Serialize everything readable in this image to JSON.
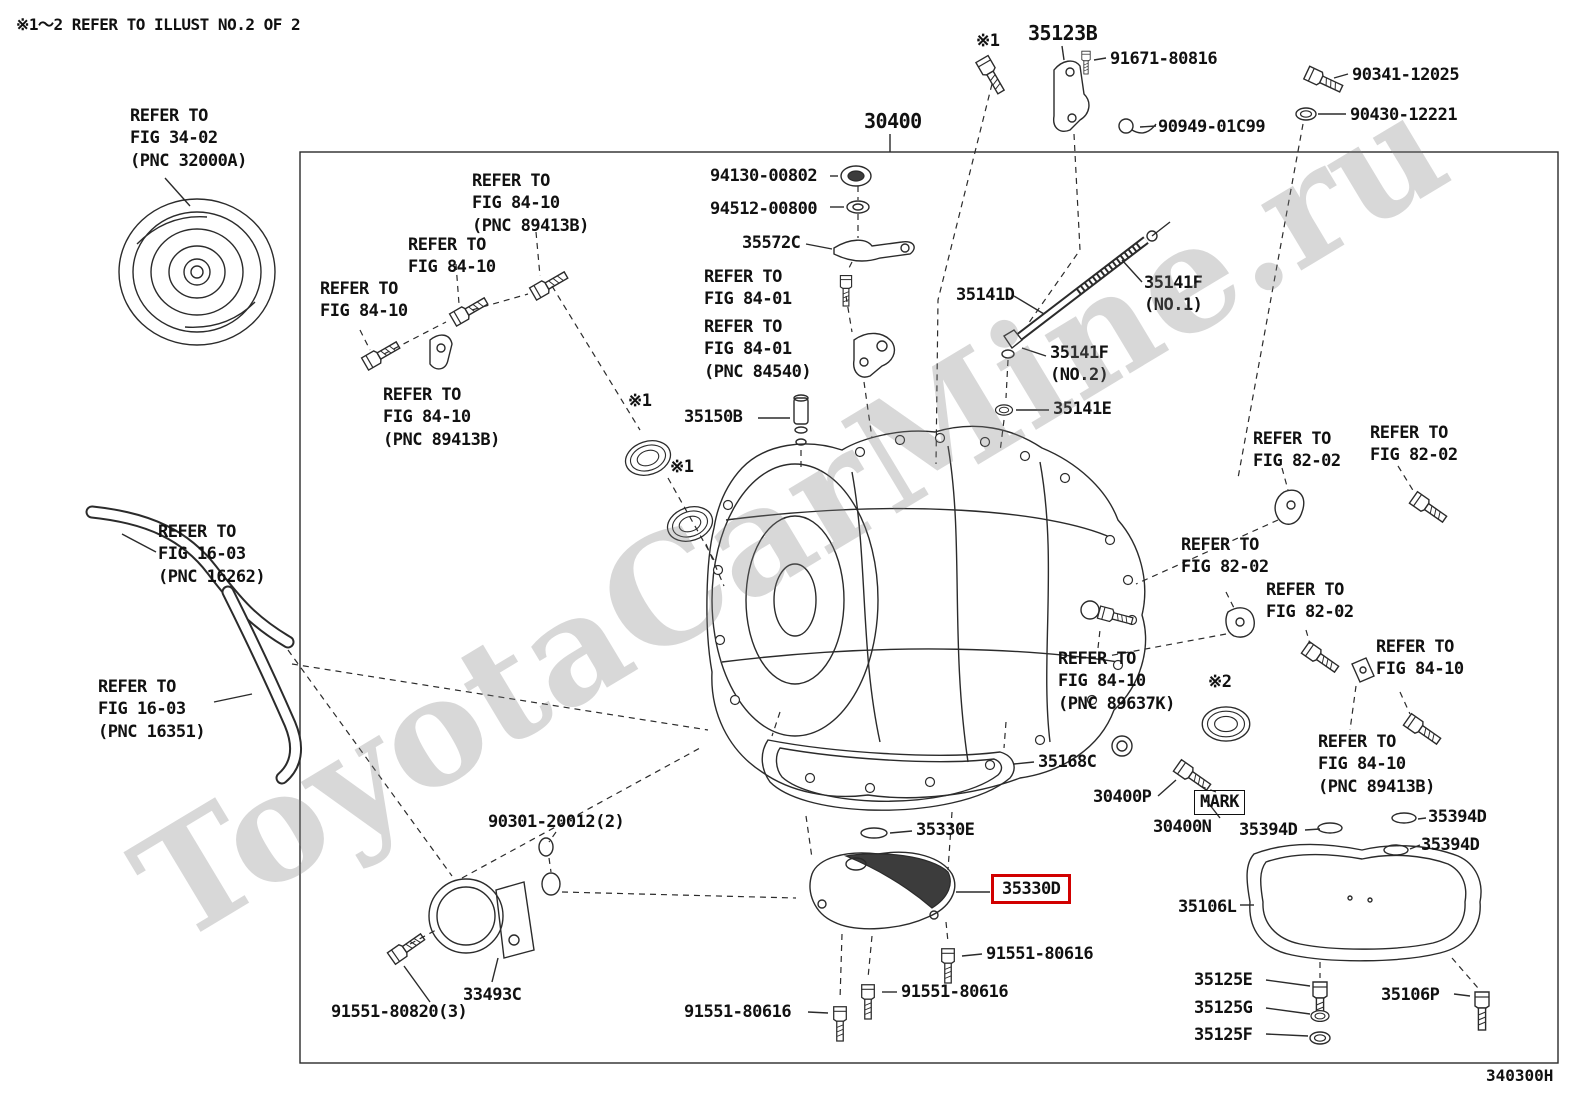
{
  "page": {
    "top_note": "※1～2 REFER TO ILLUST NO.2 OF 2",
    "figure_code": "340300H",
    "watermark": "ToyotaCarMine.ru",
    "highlight_color": "#d10000"
  },
  "markers": {
    "star1_top": "※1",
    "star1_a": "※1",
    "star1_b": "※1",
    "star2": "※2",
    "mark_label": "MARK"
  },
  "parts": {
    "p35123B": "35123B",
    "p91671_80816": "91671-80816",
    "p90341_12025": "90341-12025",
    "p90430_12221": "90430-12221",
    "p90949_01C99": "90949-01C99",
    "p30400": "30400",
    "p94130_00802": "94130-00802",
    "p94512_00800": "94512-00800",
    "p35572C": "35572C",
    "p35141D": "35141D",
    "p35141F_no1": "35141F\n(NO.1)",
    "p35141F_no2": "35141F\n(NO.2)",
    "p35141E": "35141E",
    "p35150B": "35150B",
    "p35168C": "35168C",
    "p30400P": "30400P",
    "p30400N": "30400N",
    "p35330E": "35330E",
    "p35330D": "35330D",
    "p35394D_1": "35394D",
    "p35394D_2": "35394D",
    "p35394D_3": "35394D",
    "p35106L": "35106L",
    "p35106P": "35106P",
    "p35125E": "35125E",
    "p35125G": "35125G",
    "p35125F": "35125F",
    "p33493C": "33493C",
    "p90301_20012": "90301-20012(2)",
    "p91551_80820": "91551-80820(3)",
    "p91551_80616_1": "91551-80616",
    "p91551_80616_2": "91551-80616",
    "p91551_80616_3": "91551-80616"
  },
  "refs": {
    "fig_34_02": "REFER TO\nFIG 34-02\n(PNC 32000A)",
    "fig_84_10_a": "REFER TO\nFIG 84-10\n(PNC 89413B)",
    "fig_84_10_b": "REFER TO\nFIG 84-10",
    "fig_84_10_c": "REFER TO\nFIG 84-10",
    "fig_84_01_a": "REFER TO\nFIG 84-01",
    "fig_84_01_b": "REFER TO\nFIG 84-01\n(PNC 84540)",
    "fig_84_10_d": "REFER TO\nFIG 84-10\n(PNC 89413B)",
    "fig_16_03_a": "REFER TO\nFIG 16-03\n(PNC 16262)",
    "fig_16_03_b": "REFER TO\nFIG 16-03\n(PNC 16351)",
    "fig_82_02_a": "REFER TO\nFIG 82-02",
    "fig_82_02_b": "REFER TO\nFIG 82-02",
    "fig_82_02_c": "REFER TO\nFIG 82-02",
    "fig_82_02_d": "REFER TO\nFIG 82-02",
    "fig_84_10_e": "REFER TO\nFIG 84-10",
    "fig_84_10_f": "REFER TO\nFIG 84-10\n(PNC 89637K)",
    "fig_84_10_g": "REFER TO\nFIG 84-10\n(PNC 89413B)"
  }
}
